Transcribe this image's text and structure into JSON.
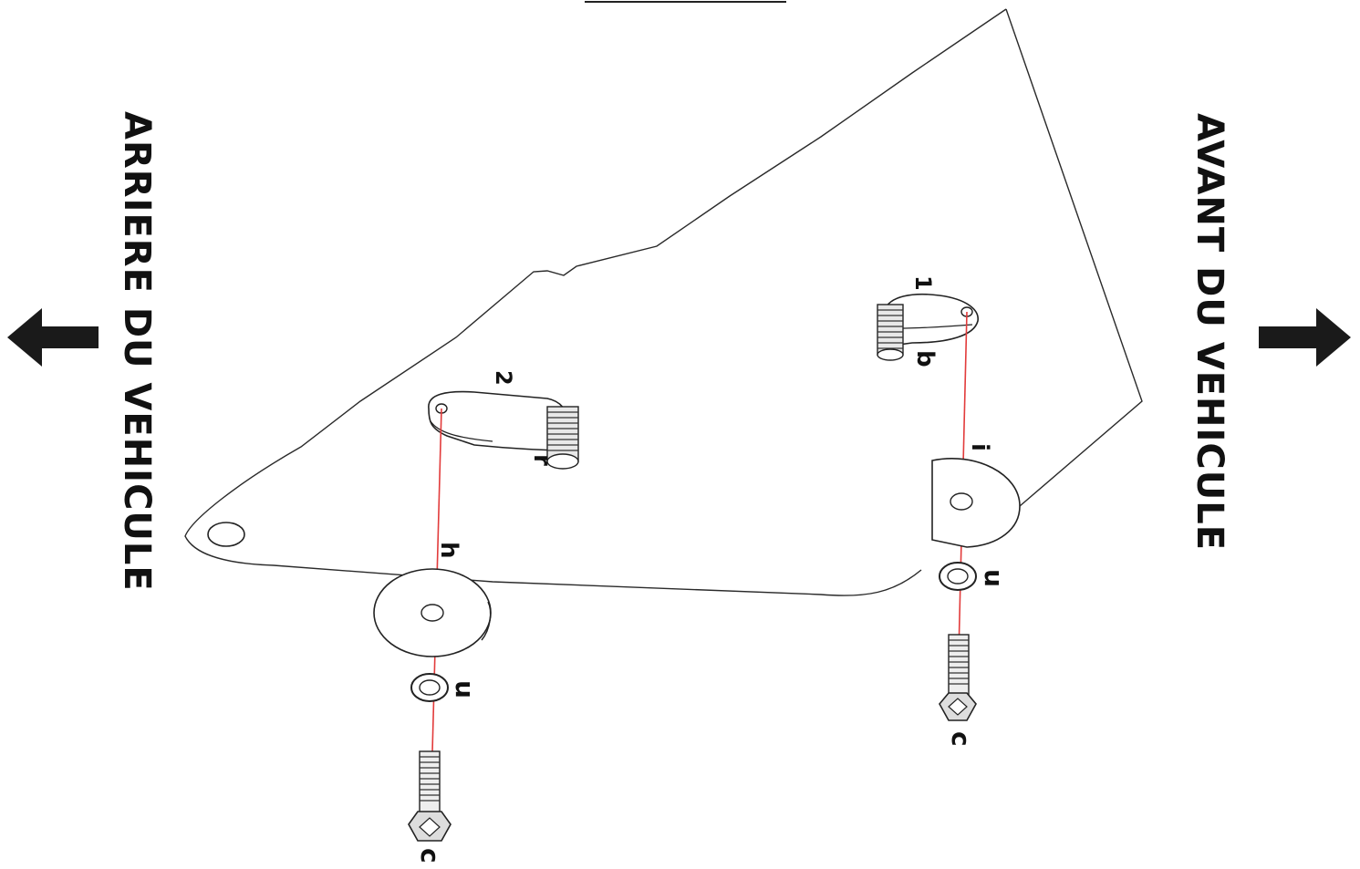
{
  "labels": {
    "rear": "ARRIERE DU VEHICULE",
    "front": "AVANT DU VEHICULE"
  },
  "callouts": {
    "one": "1",
    "two": "2",
    "b": "b",
    "r": "r",
    "i": "i",
    "h": "h",
    "u_right": "u",
    "u_left": "u",
    "c_right": "c",
    "c_left": "c"
  },
  "colors": {
    "line": "#e23b3b",
    "ink": "#111111"
  }
}
